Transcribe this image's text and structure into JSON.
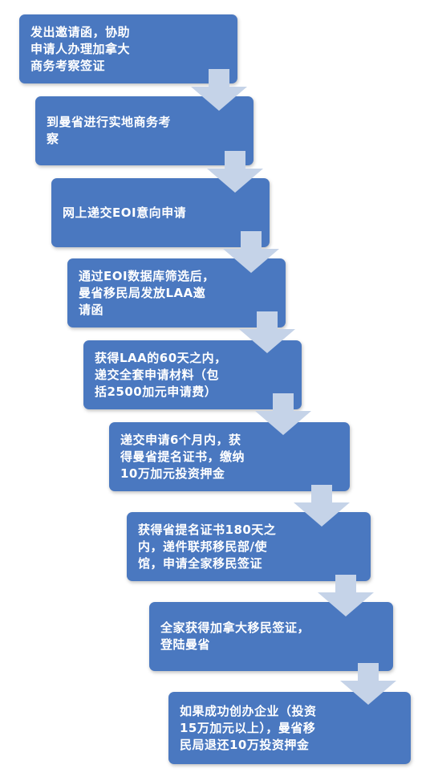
{
  "steps": [
    {
      "text": "发出邀请函，协助\n申请人办理加拿大\n商务考察签证"
    },
    {
      "text": "到曼省进行实地商务考\n察"
    },
    {
      "text": "网上递交EOI意向申请"
    },
    {
      "text": "通过EOI数据库筛选后，\n曼省移民局发放LAA邀\n请函"
    },
    {
      "text": "获得LAA的60天之内，\n递交全套申请材料（包\n括2500加元申请费）"
    },
    {
      "text": "递交申请6个月内，获\n得曼省提名证书，缴纳\n10万加元投资押金"
    },
    {
      "text": "获得省提名证书180天之\n内，递件联邦移民部/使\n馆，申请全家移民签证"
    },
    {
      "text": "全家获得加拿大移民签证，\n登陆曼省"
    },
    {
      "text": "如果成功创办企业（投资\n15万加元以上），曼省移\n民局退还10万投资押金"
    }
  ],
  "colors": {
    "box": "#4a78c0",
    "arrow": "#c5d3e8",
    "text": "#ffffff"
  }
}
